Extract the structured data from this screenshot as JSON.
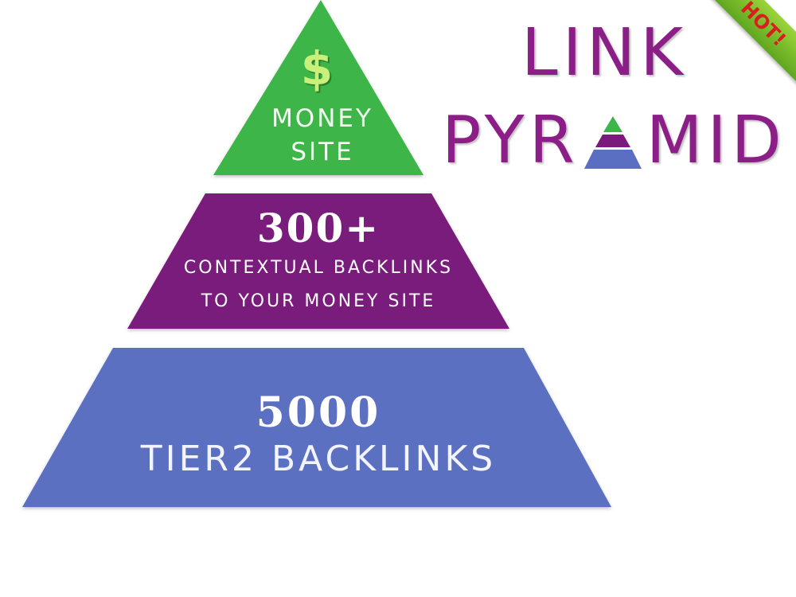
{
  "colors": {
    "green_tier": "#3cb54a",
    "purple_tier": "#7a1a7c",
    "blue_tier": "#5b6fc2",
    "logo_text": "#8b1e87",
    "hot_badge": "#6cb52a"
  },
  "top_tier": {
    "icon": "dollar-sign-icon",
    "symbol": "$",
    "line1": "MONEY",
    "line2": "SITE"
  },
  "middle_tier": {
    "count": "300+",
    "line1": "CONTEXTUAL BACKLINKS",
    "line2": "TO YOUR MONEY SITE"
  },
  "base_tier": {
    "count": "5000",
    "line1": "TIER2 BACKLINKS"
  },
  "logo": {
    "word1": "LINK",
    "word2_before": "PYR",
    "word2_icon": "mini-pyramid-icon",
    "word2_after": "MID"
  },
  "badge": {
    "label": "HOT!"
  }
}
